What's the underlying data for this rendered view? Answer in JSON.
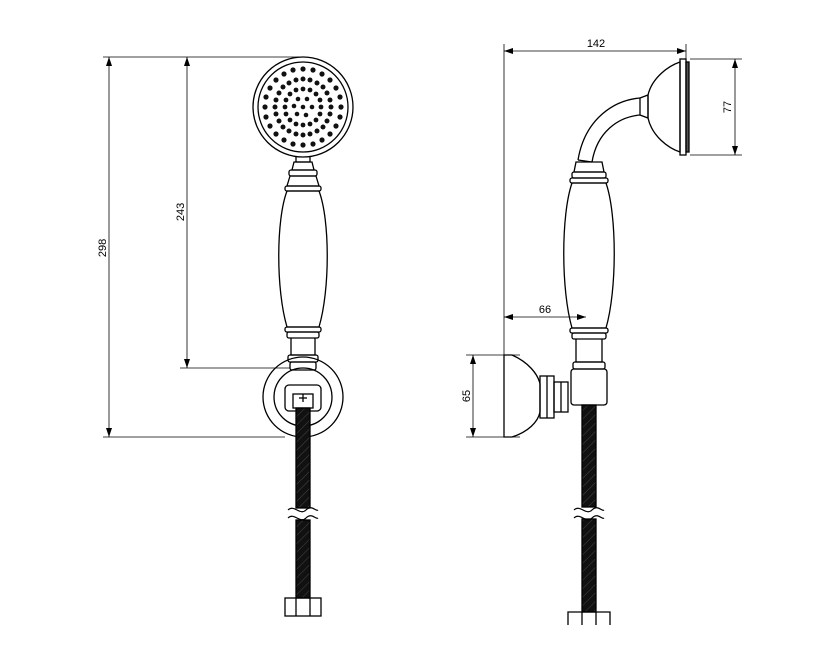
{
  "drawing": {
    "title": "",
    "front_view": {
      "dimensions": {
        "overall_height": "298",
        "head_to_bracket": "243"
      }
    },
    "side_view": {
      "dimensions": {
        "overall_depth": "142",
        "handle_offset": "66",
        "bracket_height": "65",
        "head_height": "77"
      }
    }
  },
  "colors": {
    "line": "#000000",
    "background": "#ffffff",
    "hose": "#111111"
  }
}
